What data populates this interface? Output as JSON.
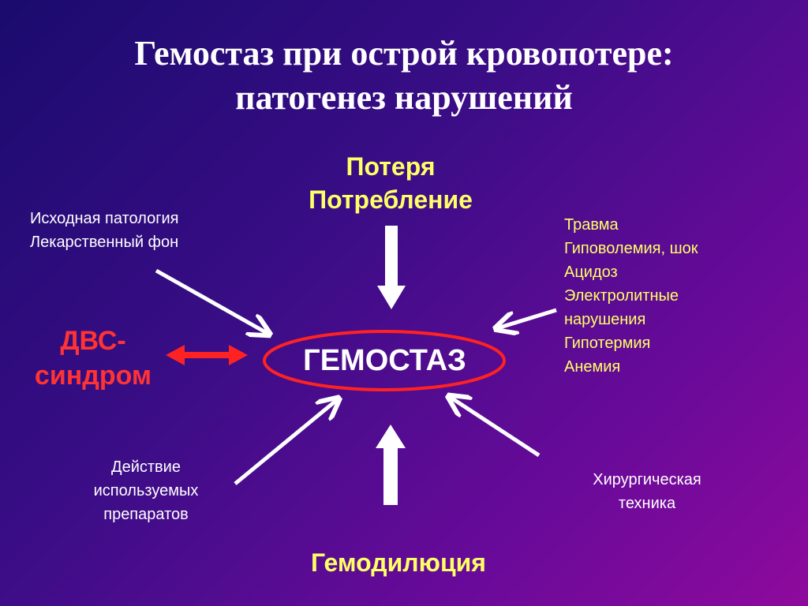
{
  "title": {
    "line1": "Гемостаз при острой кровопотере:",
    "line2": "патогенез нарушений"
  },
  "center": {
    "label": "ГЕМОСТАЗ"
  },
  "top": {
    "line1": "Потеря",
    "line2": "Потребление"
  },
  "bottom": {
    "label": "Гемодилюция"
  },
  "left_top": {
    "line1": "Исходная патология",
    "line2": "Лекарственный фон"
  },
  "right_top": {
    "lines": [
      "Травма",
      "Гиповолемия, шок",
      "Ацидоз",
      "Электролитные",
      "нарушения",
      "Гипотермия",
      "Анемия"
    ]
  },
  "left_mid": {
    "line1": "ДВС-",
    "line2": "синдром"
  },
  "left_bottom": {
    "line1": "Действие",
    "line2": "используемых",
    "line3": "препаратов"
  },
  "right_bottom": {
    "line1": "Хирургическая",
    "line2": "техника"
  },
  "colors": {
    "yellow": "#ffff66",
    "red": "#ff3333",
    "white": "#ffffff",
    "background_start": "#1a0b6e",
    "background_end": "#8e0a9c"
  }
}
